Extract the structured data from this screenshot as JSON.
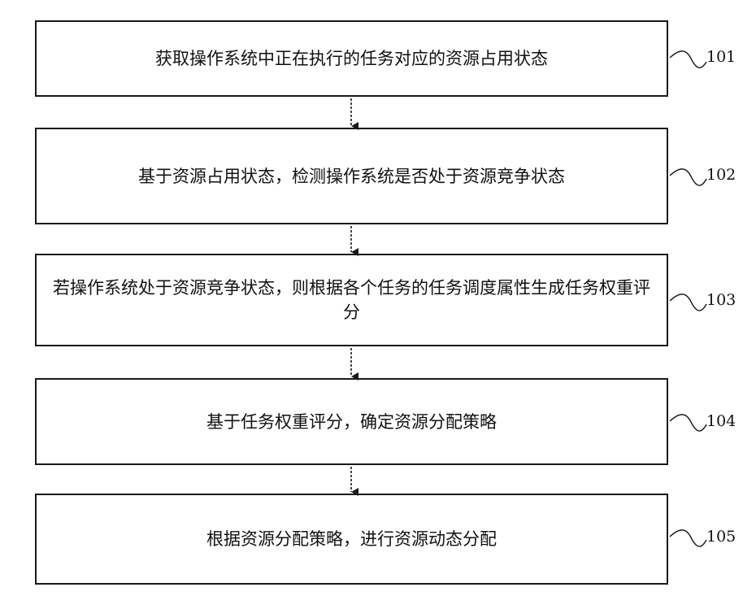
{
  "steps": [
    {
      "text": "获取操作系统中正在执行的任务对应的资源占用状态",
      "label": "101"
    },
    {
      "text": "基于资源占用状态，检测操作系统是否处于资源竞争状态",
      "label": "102"
    },
    {
      "text": "若操作系统处于资源竞争状态，则根据各个任务的任务调度属性生成任务权重评分",
      "label": "103"
    },
    {
      "text": "基于任务权重评分，确定资源分配策略",
      "label": "104"
    },
    {
      "text": "根据资源分配策略，进行资源动态分配",
      "label": "105"
    }
  ]
}
